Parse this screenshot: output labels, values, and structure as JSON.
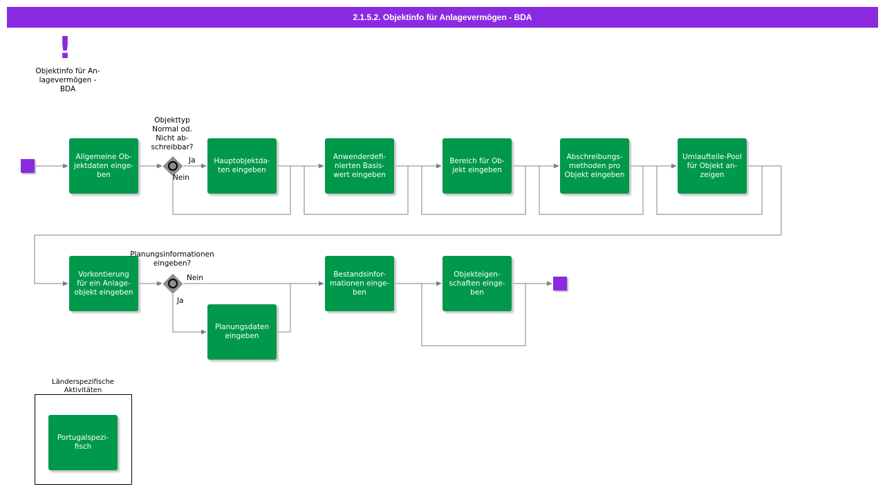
{
  "header": {
    "title": "2.1.5.2. Objektinfo für Anlagevermögen - BDA"
  },
  "trigger": {
    "icon": "exclamation-icon",
    "label": "Objektinfo für An-\nlagevermögen -\nBDA"
  },
  "row1": {
    "task_general": "Allgemeine Ob-\njektdaten einge-\nben",
    "gateway_question": "Objekttyp\nNormal od.\nNicht ab-\nschreibbar?",
    "gateway_yes": "Ja",
    "gateway_no": "Nein",
    "task_main": "Hauptobjektda-\nten eingeben",
    "task_user": "Anwenderdefi-\nnierten Basis-\nwert eingeben",
    "task_area": "Bereich für Ob-\njekt eingeben",
    "task_depreciation": "Abschreibungs-\nmethoden pro\nObjekt eingeben",
    "task_pool": "Umlaufteile-Pool\nfür Objekt an-\nzeigen"
  },
  "row2": {
    "task_account": "Vorkontierung\nfür ein Anlage-\nobjekt eingeben",
    "gateway_question": "Planungsinformationen\neingeben?",
    "gateway_no": "Nein",
    "gateway_yes": "Ja",
    "task_planning": "Planungsdaten\neingeben",
    "task_inventory": "Bestandsinfor-\nmationen einge-\nben",
    "task_properties": "Objekteigen-\nschaften einge-\nben"
  },
  "group": {
    "title": "Länderspezifische\nAktivitäten",
    "task_portugal": "Portugalspezi-\nfisch"
  },
  "colors": {
    "header": "#8a2be2",
    "task": "#00984a",
    "event": "#8a2be2",
    "gateway": "#8c8c8c",
    "connector": "#808080"
  }
}
